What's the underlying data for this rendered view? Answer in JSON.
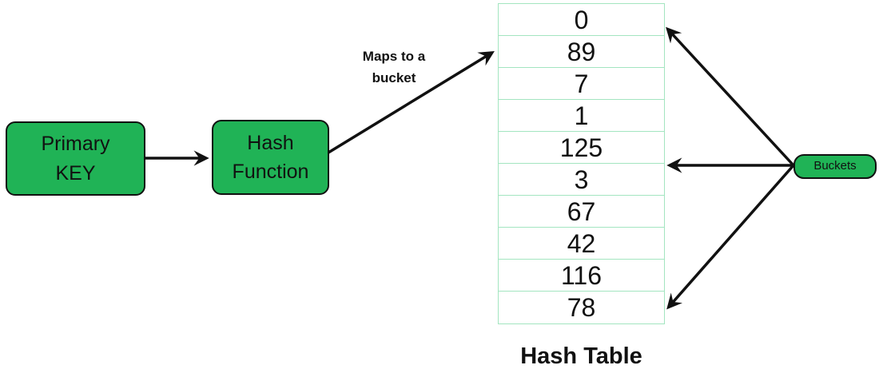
{
  "diagram": {
    "title_caption": "Hash Table",
    "primary_key_box": {
      "label": "Primary\nKEY"
    },
    "hash_function_box": {
      "label": "Hash\nFunction"
    },
    "buckets_box": {
      "label": "Buckets"
    },
    "maps_label": "Maps to a\nbucket",
    "hash_table": {
      "values": [
        "0",
        "89",
        "7",
        "1",
        "125",
        "3",
        "67",
        "42",
        "116",
        "78"
      ]
    },
    "colors": {
      "box_green": "#20b356",
      "table_border": "#a3e5c0",
      "arrow_black": "#111111"
    }
  }
}
